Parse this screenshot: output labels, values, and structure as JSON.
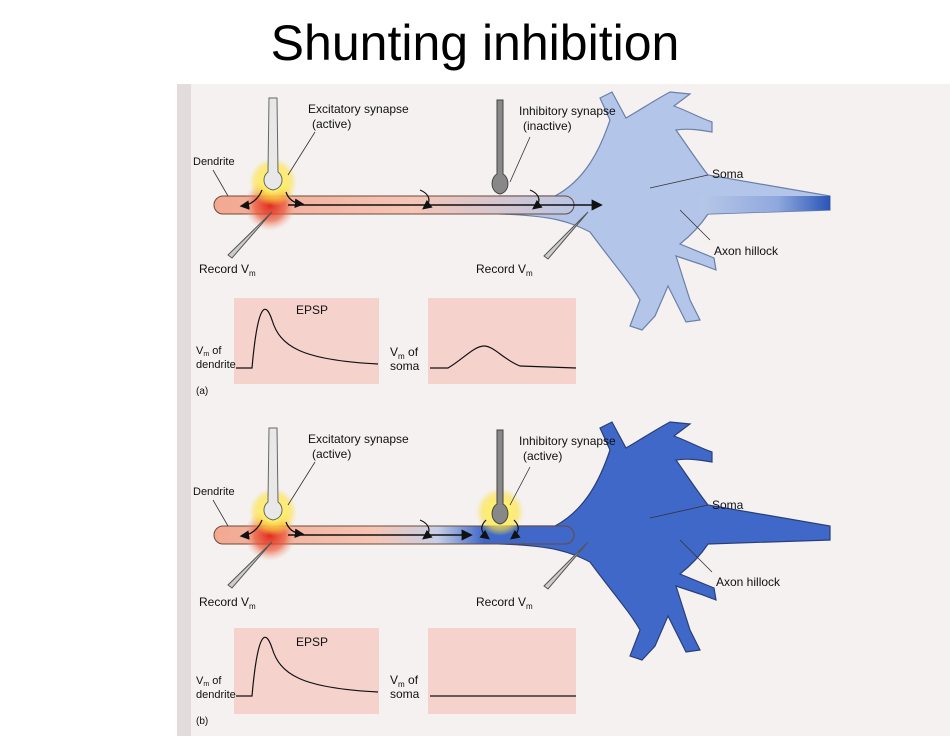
{
  "slide": {
    "title": "Shunting inhibition"
  },
  "colors": {
    "paper": "#f4f1f0",
    "graph_bg": "#f6d2cc",
    "axon_light": "#aec1e6",
    "axon_dark": "#3b64c4",
    "soma_light": "#a9bde6",
    "soma_dark": "#3f68c8",
    "dendrite": "#f2a88f",
    "synapse_glow": "#ffe23a"
  },
  "panel_a": {
    "label": "(a)",
    "excitatory_label_1": "Excitatory synapse",
    "excitatory_label_2": "(active)",
    "inhibitory_label_1": "Inhibitory synapse",
    "inhibitory_label_2": "(inactive)",
    "dendrite": "Dendrite",
    "soma": "Soma",
    "axon_hillock": "Axon hillock",
    "record_left": "Record V",
    "record_left_sub": "m",
    "record_right": "Record V",
    "record_right_sub": "m",
    "graph_left": {
      "label_1": "V",
      "label_sub": "m",
      "label_1b": " of",
      "label_2": "dendrite",
      "trace_label": "EPSP"
    },
    "graph_right": {
      "label_1": "V",
      "label_sub": "m",
      "label_1b": " of",
      "label_2": "soma"
    }
  },
  "panel_b": {
    "label": "(b)",
    "excitatory_label_1": "Excitatory synapse",
    "excitatory_label_2": "(active)",
    "inhibitory_label_1": "Inhibitory synapse",
    "inhibitory_label_2": "(active)",
    "dendrite": "Dendrite",
    "soma": "Soma",
    "axon_hillock": "Axon hillock",
    "record_left": "Record V",
    "record_left_sub": "m",
    "record_right": "Record V",
    "record_right_sub": "m",
    "graph_left": {
      "label_1": "V",
      "label_sub": "m",
      "label_1b": " of",
      "label_2": "dendrite",
      "trace_label": "EPSP"
    },
    "graph_right": {
      "label_1": "V",
      "label_sub": "m",
      "label_1b": " of",
      "label_2": "soma"
    }
  }
}
